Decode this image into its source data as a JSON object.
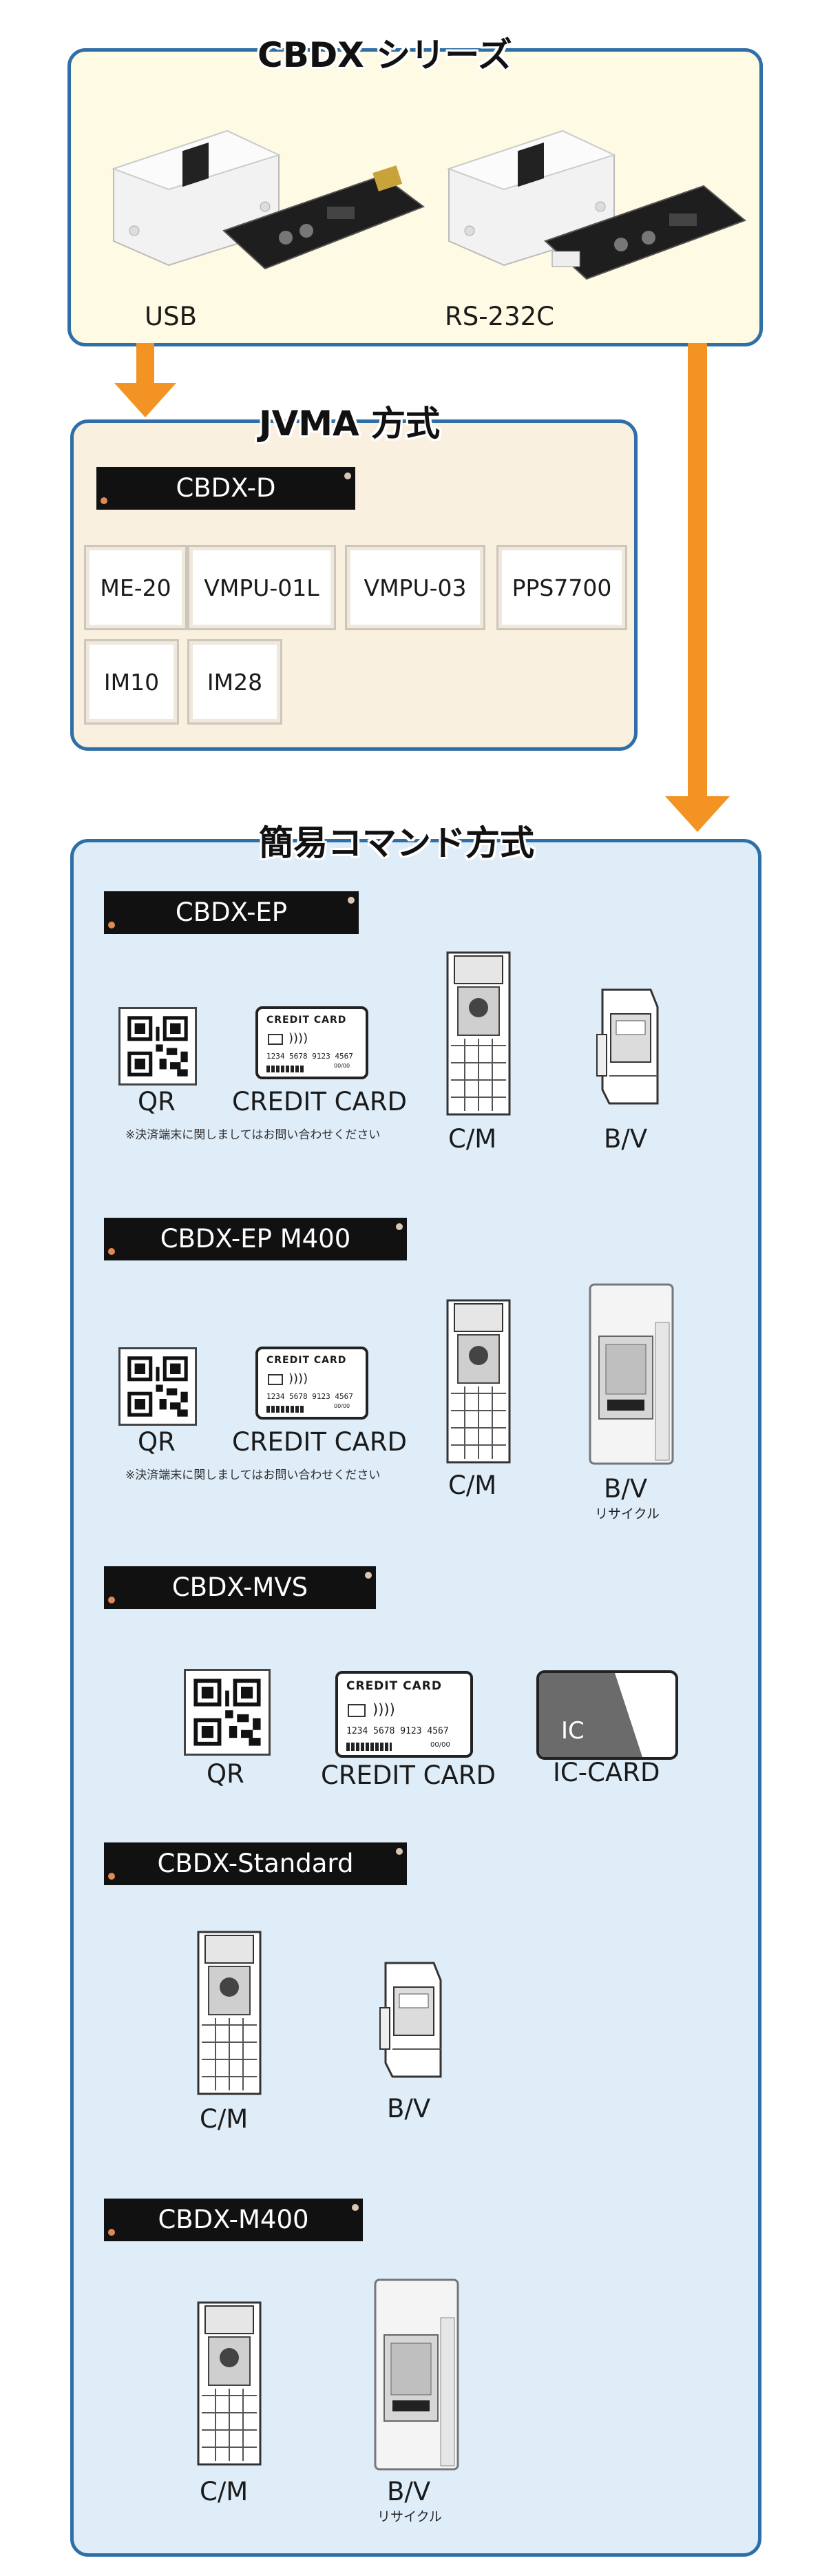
{
  "sections": {
    "top": {
      "title": "CBDX シリーズ",
      "usb_label": "USB",
      "rs232c_label": "RS-232C"
    },
    "jvma": {
      "title": "JVMA 方式",
      "plate": "CBDX-D",
      "items": [
        "ME-20",
        "VMPU-01L",
        "VMPU-03",
        "PPS7700",
        "IM10",
        "IM28"
      ]
    },
    "simple": {
      "title": "簡易コマンド方式",
      "groups": [
        {
          "plate": "CBDX-EP",
          "qr": "QR",
          "credit": "CREDIT CARD",
          "note": "※決済端末に関しましてはお問い合わせください",
          "cm": "C/M",
          "bv": "B/V"
        },
        {
          "plate": "CBDX-EP M400",
          "qr": "QR",
          "credit": "CREDIT CARD",
          "note": "※決済端末に関しましてはお問い合わせください",
          "cm": "C/M",
          "bv": "B/V",
          "bv_sub": "リサイクル"
        },
        {
          "plate": "CBDX-MVS",
          "qr": "QR",
          "credit": "CREDIT CARD",
          "ic": "IC-CARD",
          "ic_mark": "IC"
        },
        {
          "plate": "CBDX-Standard",
          "cm": "C/M",
          "bv": "B/V"
        },
        {
          "plate": "CBDX-M400",
          "cm": "C/M",
          "bv": "B/V",
          "bv_sub": "リサイクル"
        }
      ]
    }
  },
  "card": {
    "title": "CREDIT CARD",
    "number": "1234 5678 9123 4567",
    "expiry": "00/00"
  },
  "colors": {
    "border": "#2f6fa8",
    "arrow": "#f39323",
    "top_bg": "#fefae4",
    "jvma_bg": "#faf0df",
    "simple_bg": "#dfedf9",
    "plate": "#111111"
  }
}
